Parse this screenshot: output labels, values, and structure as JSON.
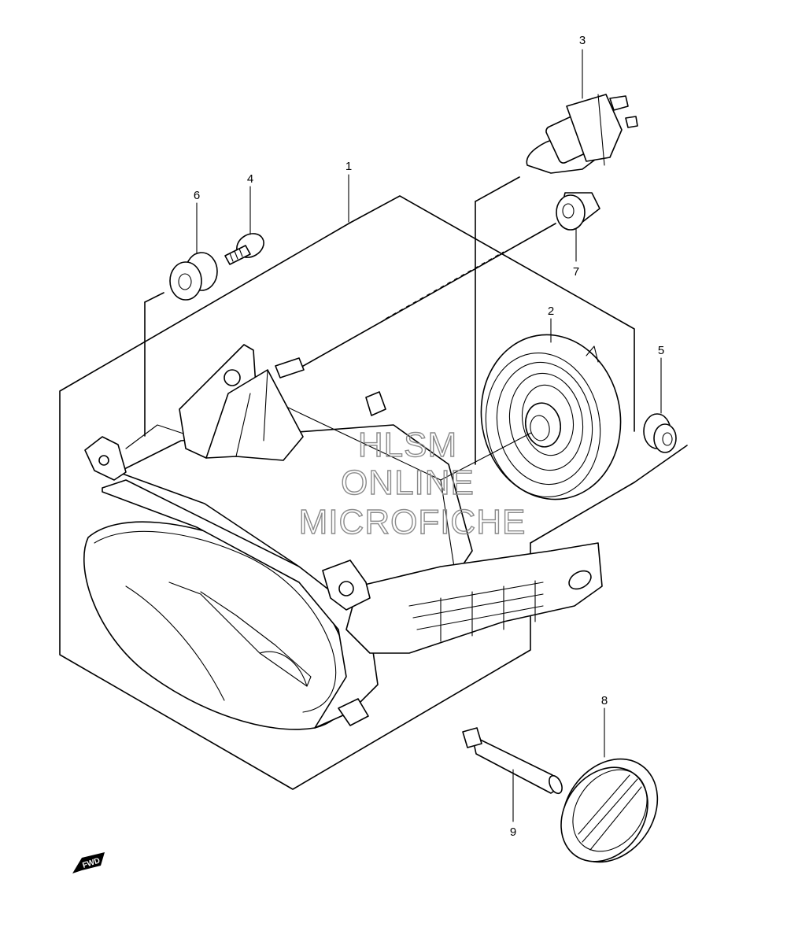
{
  "callouts": [
    {
      "label": "1"
    },
    {
      "label": "2"
    },
    {
      "label": "3"
    },
    {
      "label": "4"
    },
    {
      "label": "5"
    },
    {
      "label": "6"
    },
    {
      "label": "7"
    },
    {
      "label": "8"
    },
    {
      "label": "9"
    }
  ],
  "watermark": {
    "line1": "HLSM",
    "line2": "ONLINE",
    "line3": "MICROFICHE"
  },
  "direction_marker": {
    "label": "FWD",
    "icon": "fwd-arrow-icon"
  }
}
